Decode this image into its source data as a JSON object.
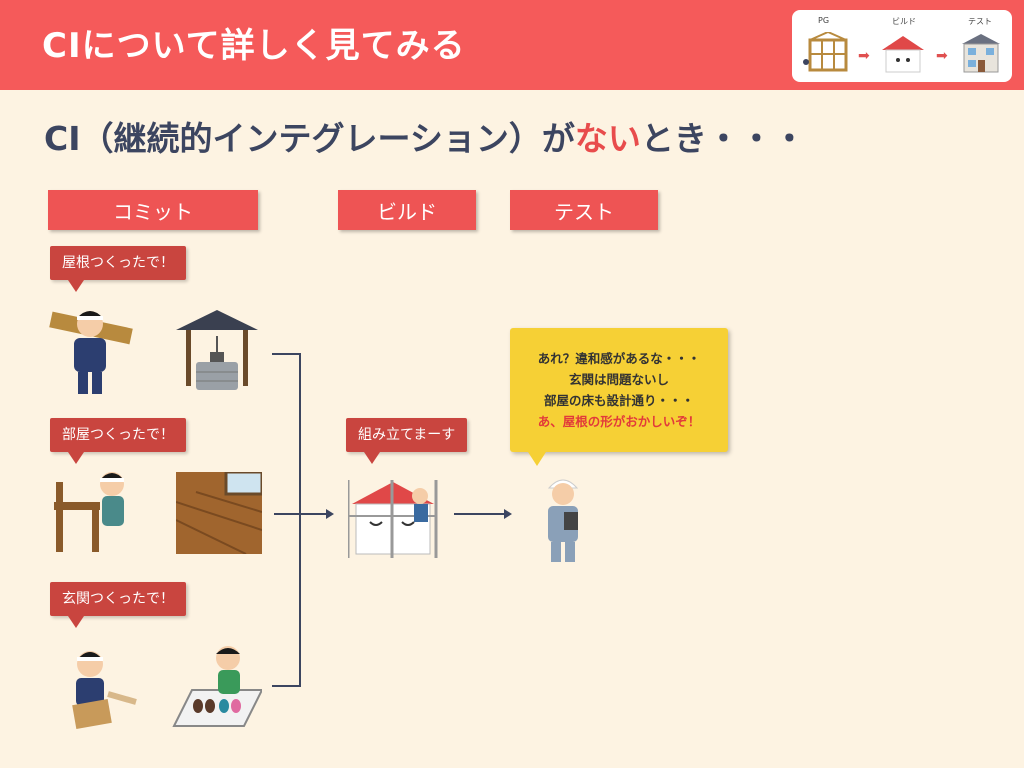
{
  "header": {
    "title": "CIについて詳しく見てみる"
  },
  "flow": {
    "labels": [
      "PG",
      "ビルド",
      "テスト"
    ]
  },
  "subtitle": {
    "pre": "CI（継続的インテグレーション）が",
    "highlight": "ない",
    "post": "とき・・・"
  },
  "stages": {
    "commit": "コミット",
    "build": "ビルド",
    "test": "テスト"
  },
  "bubbles": {
    "roof": "屋根つくったで！",
    "room": "部屋つくったで！",
    "entrance": "玄関つくったで！",
    "assemble": "組み立てまーす"
  },
  "test_bubble": {
    "lines": [
      "あれ？違和感があるな・・・",
      "玄関は問題ないし",
      "部屋の床も設計通り・・・"
    ],
    "warning": "あ、屋根の形がおかしいぞ！"
  },
  "colors": {
    "header": "#f55a5a",
    "accent": "#e84c4c",
    "stage": "#ee5454",
    "bubble": "#c9453f",
    "note": "#f6d035",
    "background": "#fdf3e2"
  }
}
